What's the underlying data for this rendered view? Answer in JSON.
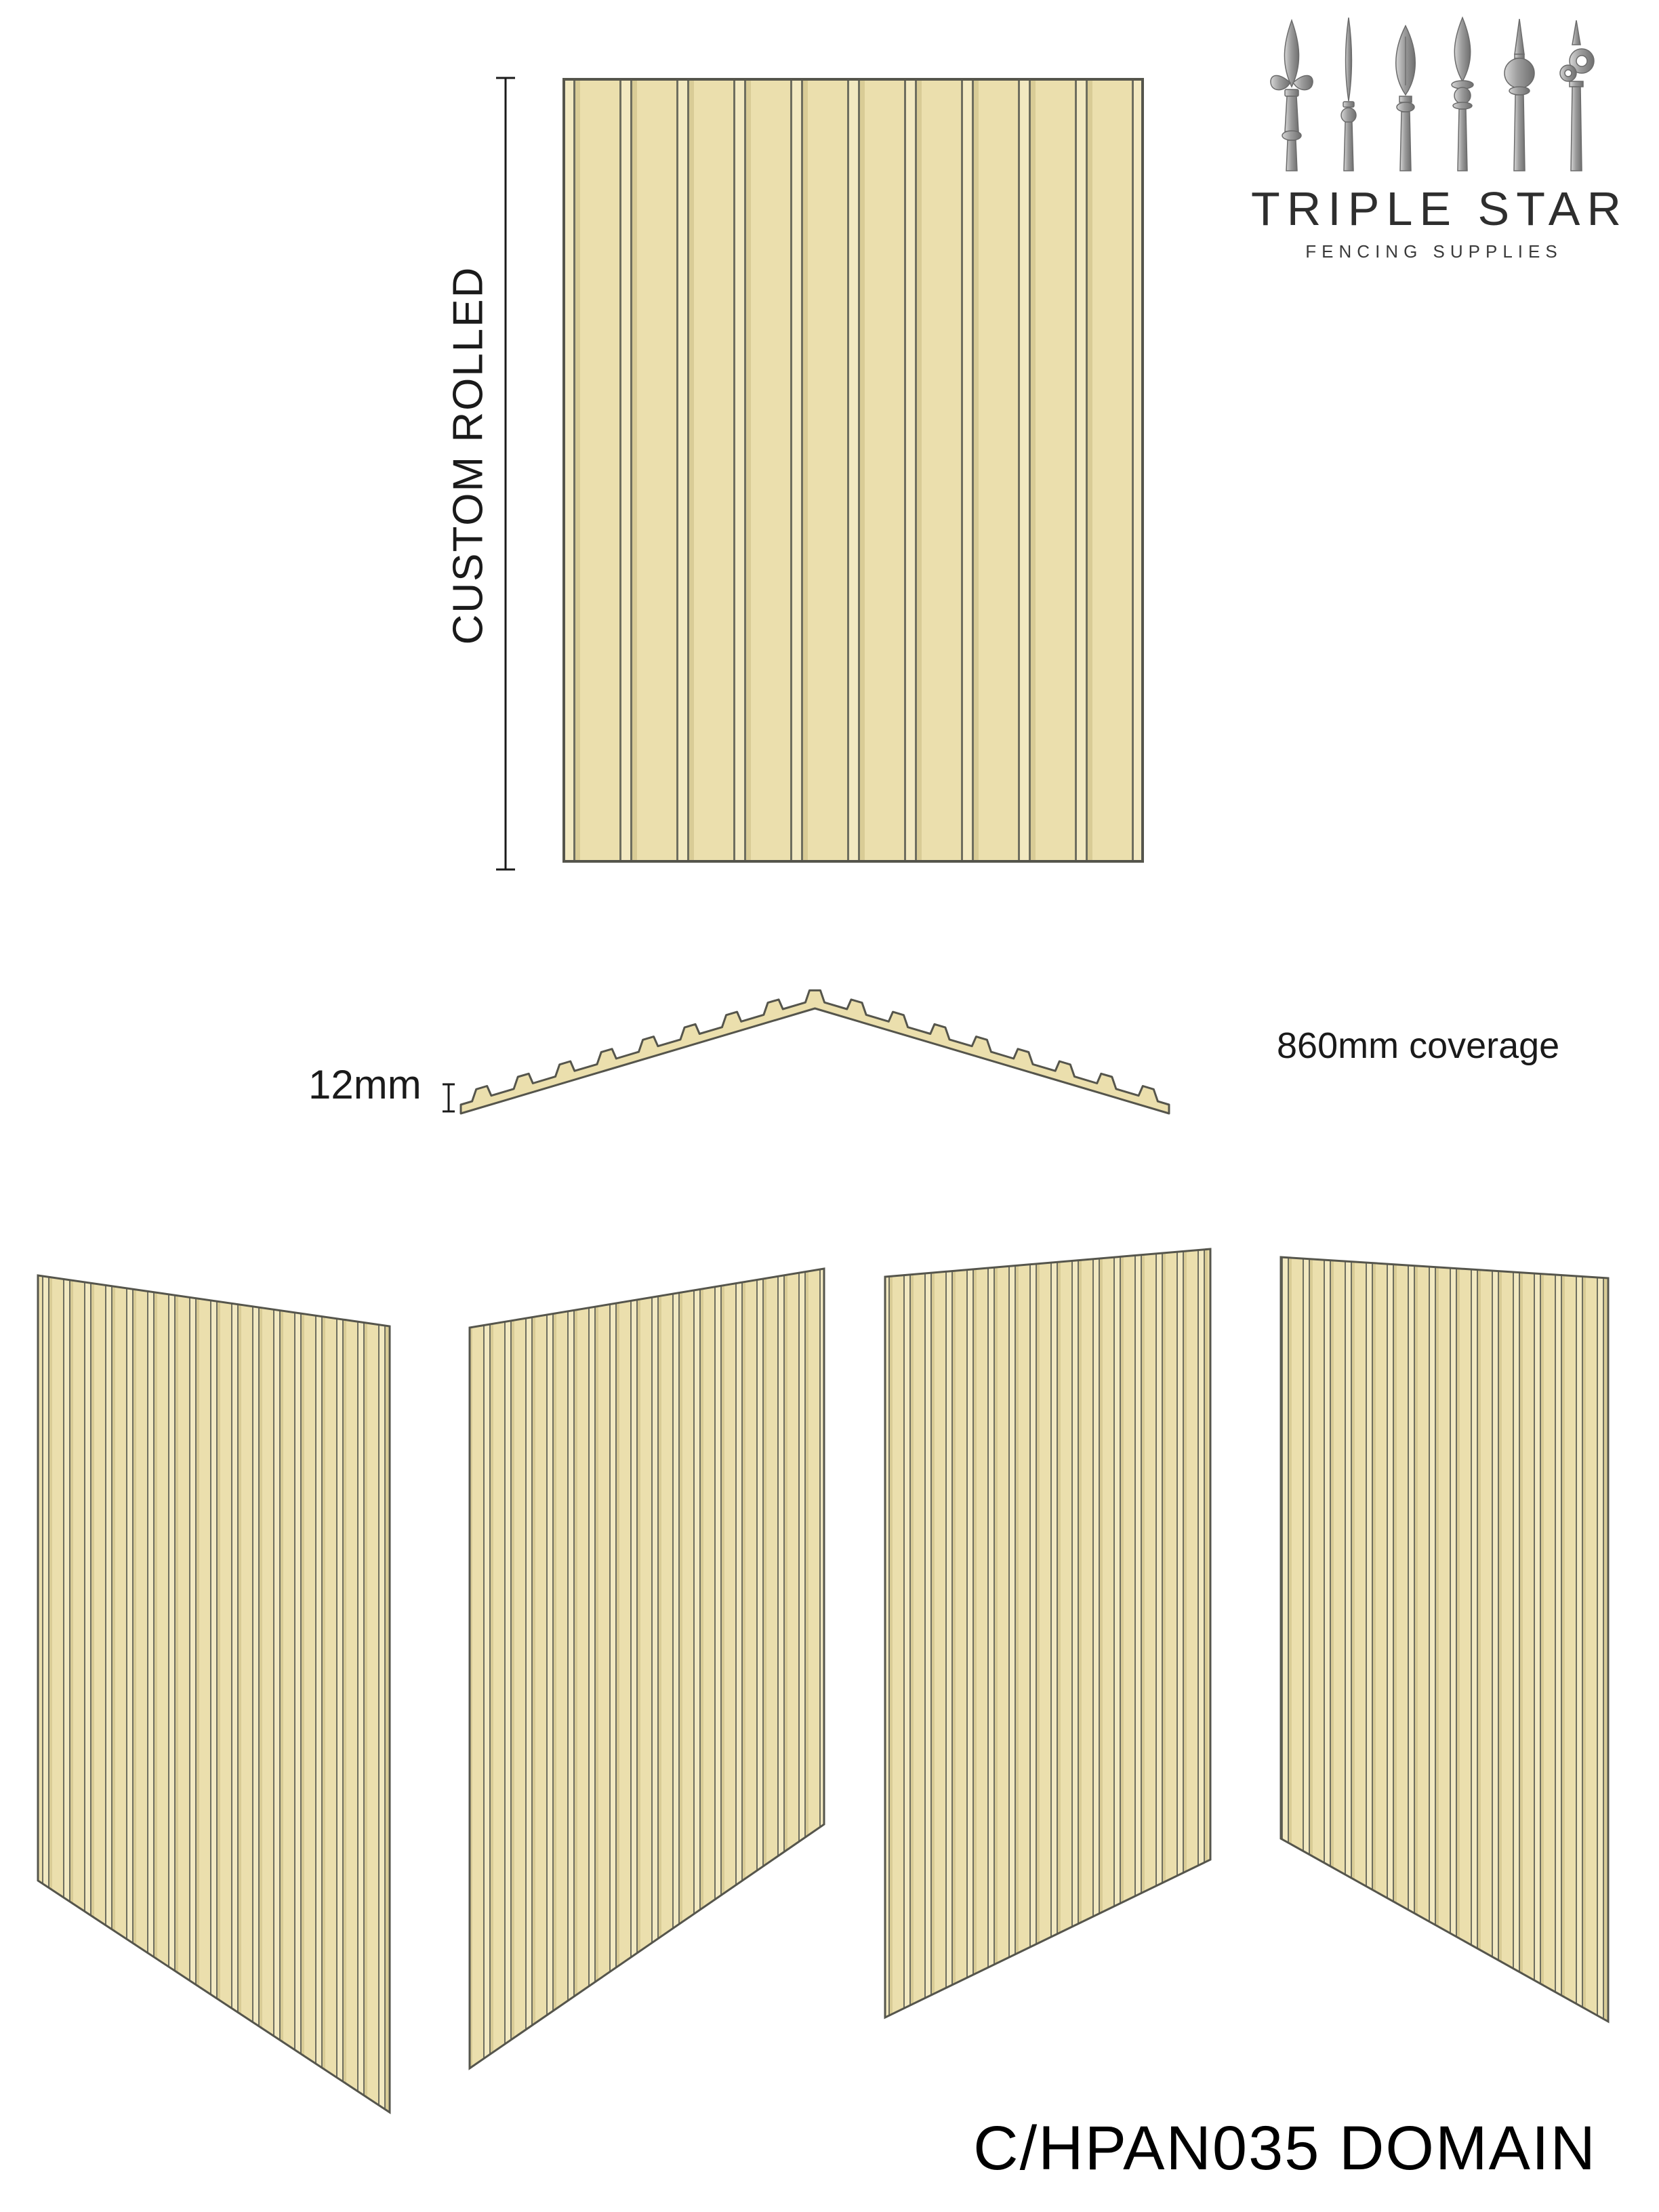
{
  "logo": {
    "title": "TRIPLE STAR",
    "subtitle": "FENCING SUPPLIES",
    "finial_icons": [
      "fleur-de-lis-finial-icon",
      "slender-spear-finial-icon",
      "leaf-blade-finial-icon",
      "gothic-spire-finial-icon",
      "orb-spike-finial-icon",
      "scroll-finial-icon"
    ]
  },
  "front_view": {
    "label": "CUSTOM ROLLED"
  },
  "profile_view": {
    "thickness_label": "12mm",
    "coverage_label": "860mm coverage"
  },
  "product_code": "C/HPAN035 DOMAIN",
  "colors": {
    "panel_fill": "#ebdfad",
    "panel_highlight": "#f2e9c1",
    "panel_shadow": "#d9cc96",
    "panel_line": "#6e6e5f",
    "outline": "#55554c",
    "text": "#1a1a1a",
    "logo_metal": "#9c9c9c"
  }
}
